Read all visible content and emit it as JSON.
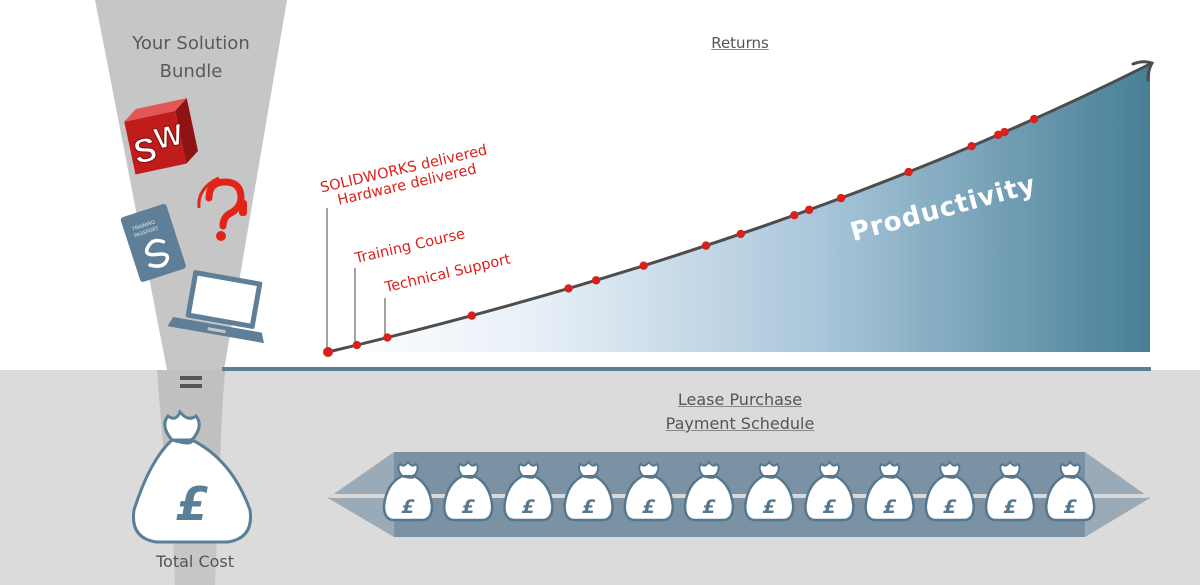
{
  "funnel": {
    "title_line1": "Your Solution",
    "title_line2": "Bundle",
    "equals_symbol": "=",
    "bundle_items": [
      "solidworks-logo-icon",
      "support-headset-icon",
      "training-passport-icon",
      "laptop-icon"
    ],
    "passport_text_line1": "TRAINING",
    "passport_text_line2": "PASSPORT",
    "logo_letters": "SW"
  },
  "total_cost": {
    "label": "Total Cost",
    "currency_symbol": "£"
  },
  "returns": {
    "title": "Returns",
    "area_label": "Productivity",
    "milestones": [
      {
        "label_line1": "SOLIDWORKS delivered",
        "label_line2": "Hardware delivered"
      },
      {
        "label_line1": "Training Course"
      },
      {
        "label_line1": "Technical Support"
      }
    ],
    "event_dot_count": 17
  },
  "lease": {
    "title_line1": "Lease Purchase",
    "title_line2": "Payment Schedule",
    "payment_count": 12,
    "currency_symbol": "£"
  },
  "colors": {
    "accent_red": "#d9211c",
    "steel_blue": "#5b7f97",
    "dark_teal": "#467f97",
    "funnel_gray": "#c6c6c6",
    "band_gray": "#dbdbdb",
    "lease_band": "#7b91a4"
  }
}
